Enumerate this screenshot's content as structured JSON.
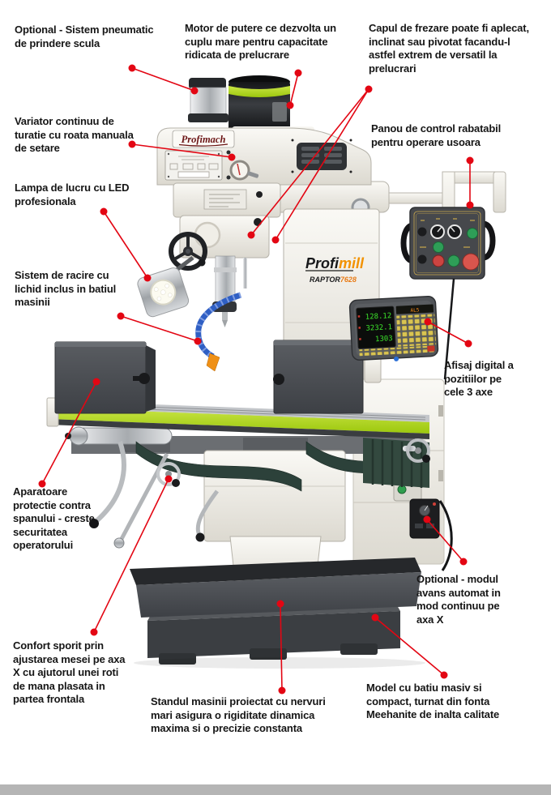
{
  "annotations": {
    "pneumatic": {
      "lines": [
        "Optional - Sistem pneumatic",
        "de prindere scula"
      ]
    },
    "motor": {
      "lines": [
        "Motor de putere ce dezvolta un",
        "cuplu mare pentru capacitate",
        "ridicata de prelucrare"
      ]
    },
    "head_tilt": {
      "lines": [
        "Capul de frezare poate fi aplecat,",
        "inclinat sau pivotat facandu-l",
        "astfel extrem de versatil la",
        "prelucrari"
      ]
    },
    "control_panel": {
      "lines": [
        "Panou de control rabatabil",
        "pentru operare usoara"
      ]
    },
    "variator": {
      "lines": [
        "Variator continuu de",
        "turatie cu roata manuala",
        "de setare"
      ]
    },
    "lamp": {
      "lines": [
        "Lampa de lucru cu LED",
        "profesionala"
      ]
    },
    "coolant": {
      "lines": [
        "Sistem de racire cu",
        "lichid inclus in batiul",
        "masinii"
      ]
    },
    "dro": {
      "lines": [
        "Afisaj digital a",
        "pozitiilor pe",
        "cele 3 axe"
      ]
    },
    "chip_guard": {
      "lines": [
        "Aparatoare",
        "protectie contra",
        "spanului - creste",
        "securitatea",
        "operatorului"
      ]
    },
    "power_feed": {
      "lines": [
        "Optional -  modul",
        "avans automat in",
        "mod continuu pe",
        "axa X"
      ]
    },
    "handwheel": {
      "lines": [
        "Confort sporit prin",
        "ajustarea mesei pe axa",
        "X cu ajutorul unei roti",
        "de mana  plasata in",
        "partea frontala"
      ]
    },
    "stand": {
      "lines": [
        "Standul masinii proiectat cu nervuri",
        "mari asigura o rigiditate dinamica",
        "maxima si o precizie constanta"
      ]
    },
    "base": {
      "lines": [
        "Model cu batiu masiv si",
        "compact, turnat din fonta",
        "Meehanite de inalta calitate"
      ]
    }
  },
  "machine": {
    "brand_head": "Profimach",
    "brand_side_prefix": "Profi",
    "brand_side_suffix": "mill",
    "model_prefix": "RAPTOR",
    "model_number": "7628",
    "dro_rows": [
      "128.12",
      "3232.1",
      "1303"
    ],
    "dro_aux": "AL5"
  },
  "colors": {
    "leader_red": "#e30613",
    "accent_green": "#a4cf17",
    "machine_cream": "#f1efe9",
    "machine_dark": "#3f4246",
    "dro_digits": "#3ce32b",
    "brand_maroon": "#6b1515",
    "brand_orange": "#f29200",
    "footer_gray": "#b5b5b5"
  }
}
